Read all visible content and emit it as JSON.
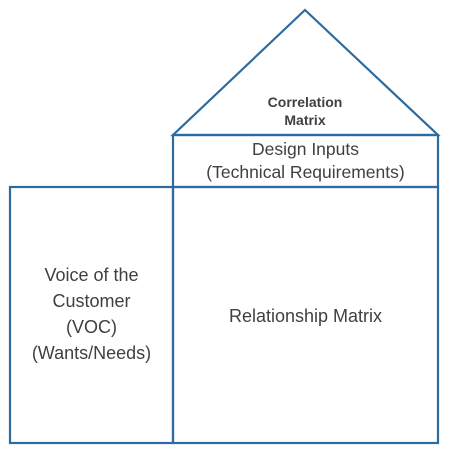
{
  "colors": {
    "outline": "#2e6b9e",
    "text": "#404040",
    "background": "#ffffff"
  },
  "roof": {
    "line1": "Correlation",
    "line2": "Matrix"
  },
  "design_inputs": {
    "line1": "Design Inputs",
    "line2": "(Technical Requirements)"
  },
  "voc": {
    "line1": "Voice of the",
    "line2": "Customer",
    "line3": "(VOC)",
    "line4": "(Wants/Needs)"
  },
  "relationship": {
    "label": "Relationship Matrix"
  }
}
